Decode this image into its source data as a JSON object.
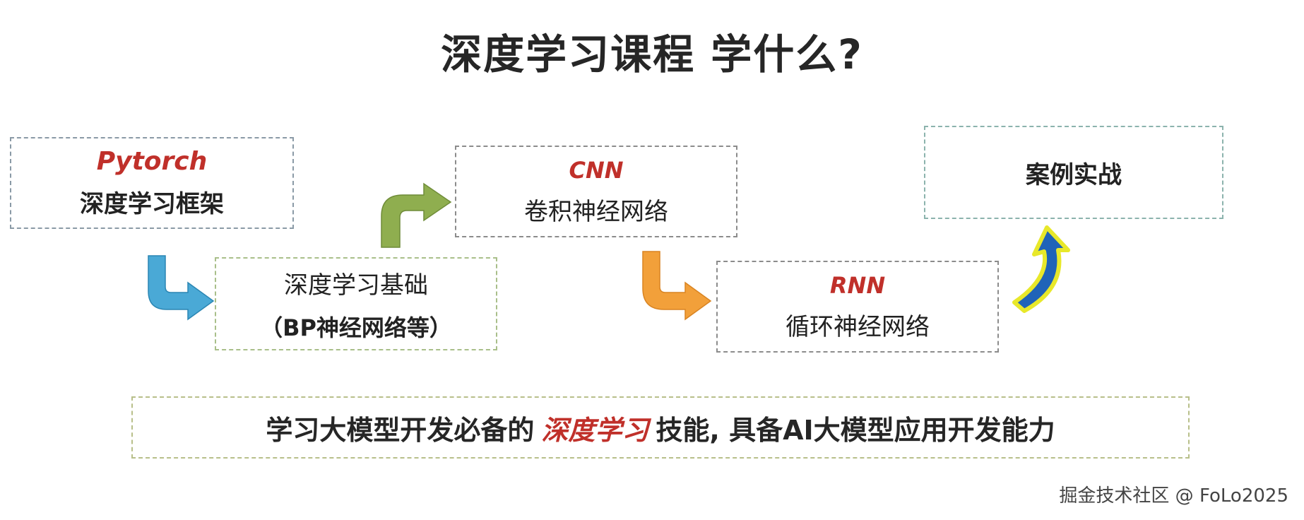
{
  "title": "深度学习课程 学什么?",
  "nodes": {
    "pytorch": {
      "name": "Pytorch",
      "desc": "深度学习框架"
    },
    "basics": {
      "line1": "深度学习基础",
      "line2": "（BP神经网络等）"
    },
    "cnn": {
      "name": "CNN",
      "desc": "卷积神经网络"
    },
    "rnn": {
      "name": "RNN",
      "desc": "循环神经网络"
    },
    "cases": {
      "label": "案例实战"
    }
  },
  "footer": {
    "before": "学习大模型开发必备的",
    "emphasis": "深度学习",
    "after": "技能, 具备AI大模型应用开发能力"
  },
  "watermark": "掘金技术社区 @ FoLo2025",
  "colors": {
    "highlight": "#c0302a",
    "arrow_blue_light": "#4aa9d6",
    "arrow_green": "#8fae4f",
    "arrow_orange": "#f2a03a",
    "arrow_blue_dark": "#1f63b8",
    "arrow_outline_yellow": "#e8e82a"
  }
}
